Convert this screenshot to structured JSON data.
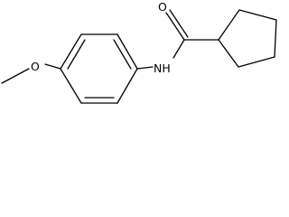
{
  "molecule": {
    "atoms": {
      "oxygen_carbonyl": "O",
      "oxygen_ether": "O",
      "nitrogen_amide": "NH"
    }
  }
}
